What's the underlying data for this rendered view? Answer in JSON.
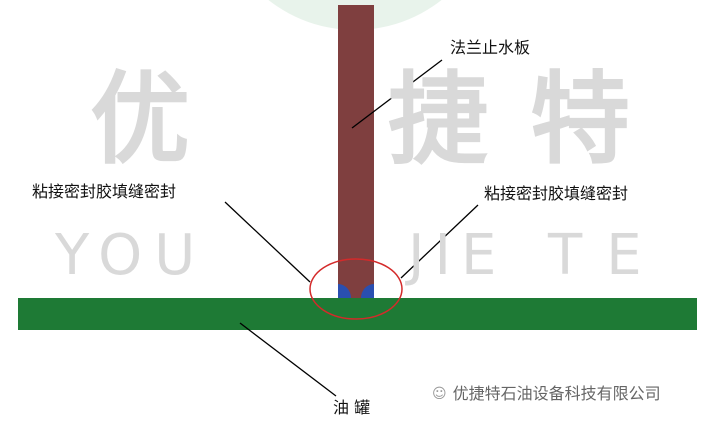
{
  "watermark": {
    "chinese": [
      "优",
      "捷",
      "特"
    ],
    "latin": [
      "YOU",
      "JIE",
      "TE"
    ]
  },
  "labels": {
    "flange": "法兰止水板",
    "seal_left": "粘接密封胶填缝密封",
    "seal_right": "粘接密封胶填缝密封",
    "tank": "油 罐"
  },
  "brand": {
    "name": "优捷特石油设备科技有限公司",
    "icon": "wechat-icon"
  },
  "colors": {
    "rod": "#7f3f3f",
    "tank": "#1e7a35",
    "seal": "#2a4fb0",
    "highlight": "#d42a2a",
    "watermark_circle": "#e6f2e9"
  }
}
